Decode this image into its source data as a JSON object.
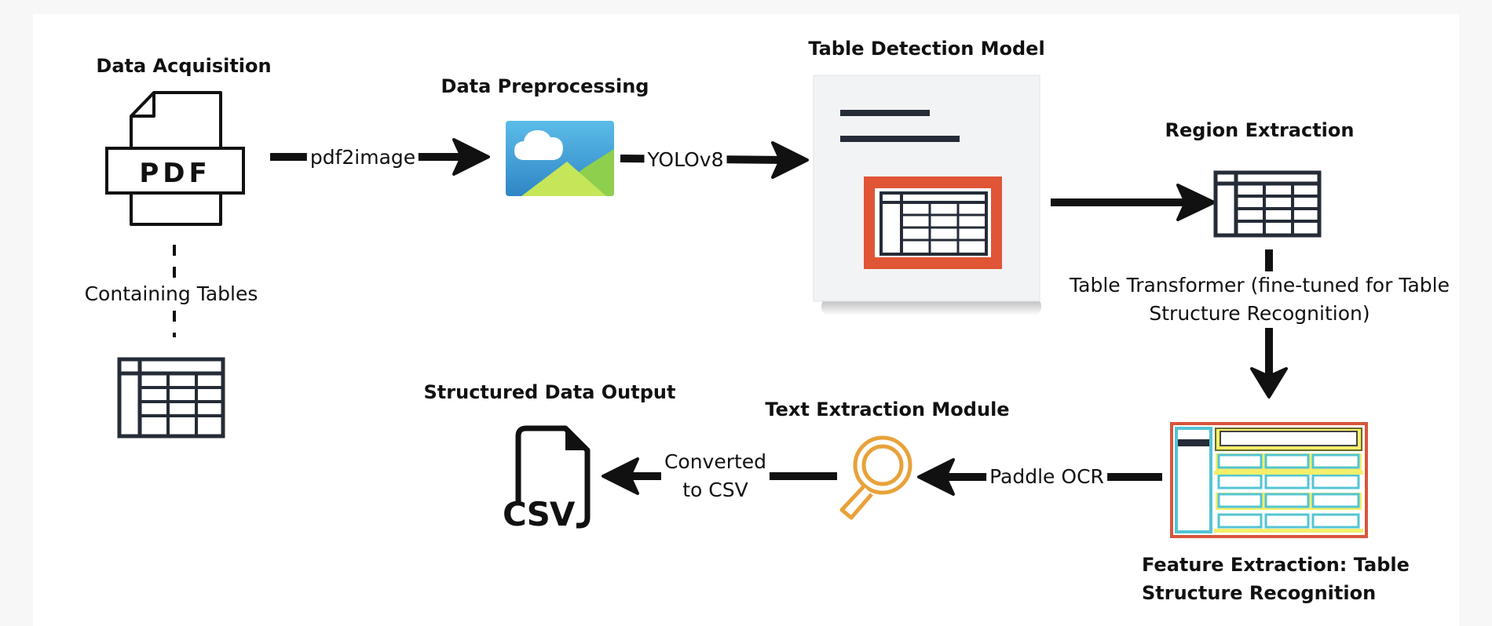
{
  "nodes": {
    "data_acquisition": "Data Acquisition",
    "data_preprocessing": "Data Preprocessing",
    "table_detection": "Table Detection Model",
    "region_extraction": "Region Extraction",
    "feature_extraction_line1": "Feature Extraction: Table",
    "feature_extraction_line2": "Structure Recognition",
    "text_extraction": "Text Extraction Module",
    "structured_output": "Structured Data Output"
  },
  "edges": {
    "pdf_to_image": "pdf2image",
    "yolo": "YOLOv8",
    "containing_tables": "Containing Tables",
    "transformer_line1": "Table Transformer (fine-tuned for Table",
    "transformer_line2": "Structure Recognition)",
    "paddle_ocr": "Paddle OCR",
    "converted_line1": "Converted",
    "converted_line2": "to CSV"
  },
  "icons": {
    "pdf_text": "PDF",
    "csv_text": "CSV",
    "pdf": "pdf-document-icon",
    "image": "image-icon",
    "table": "table-icon",
    "magnifier": "magnifier-icon",
    "csv": "csv-file-icon"
  },
  "colors": {
    "ink": "#1f2630",
    "detection_box": "#e05535",
    "magnifier": "#e8a23a",
    "sky": "#4aa8df",
    "hill": "#b6dc54",
    "highlight": "#f4ef6a",
    "cyan": "#54c4d4"
  }
}
